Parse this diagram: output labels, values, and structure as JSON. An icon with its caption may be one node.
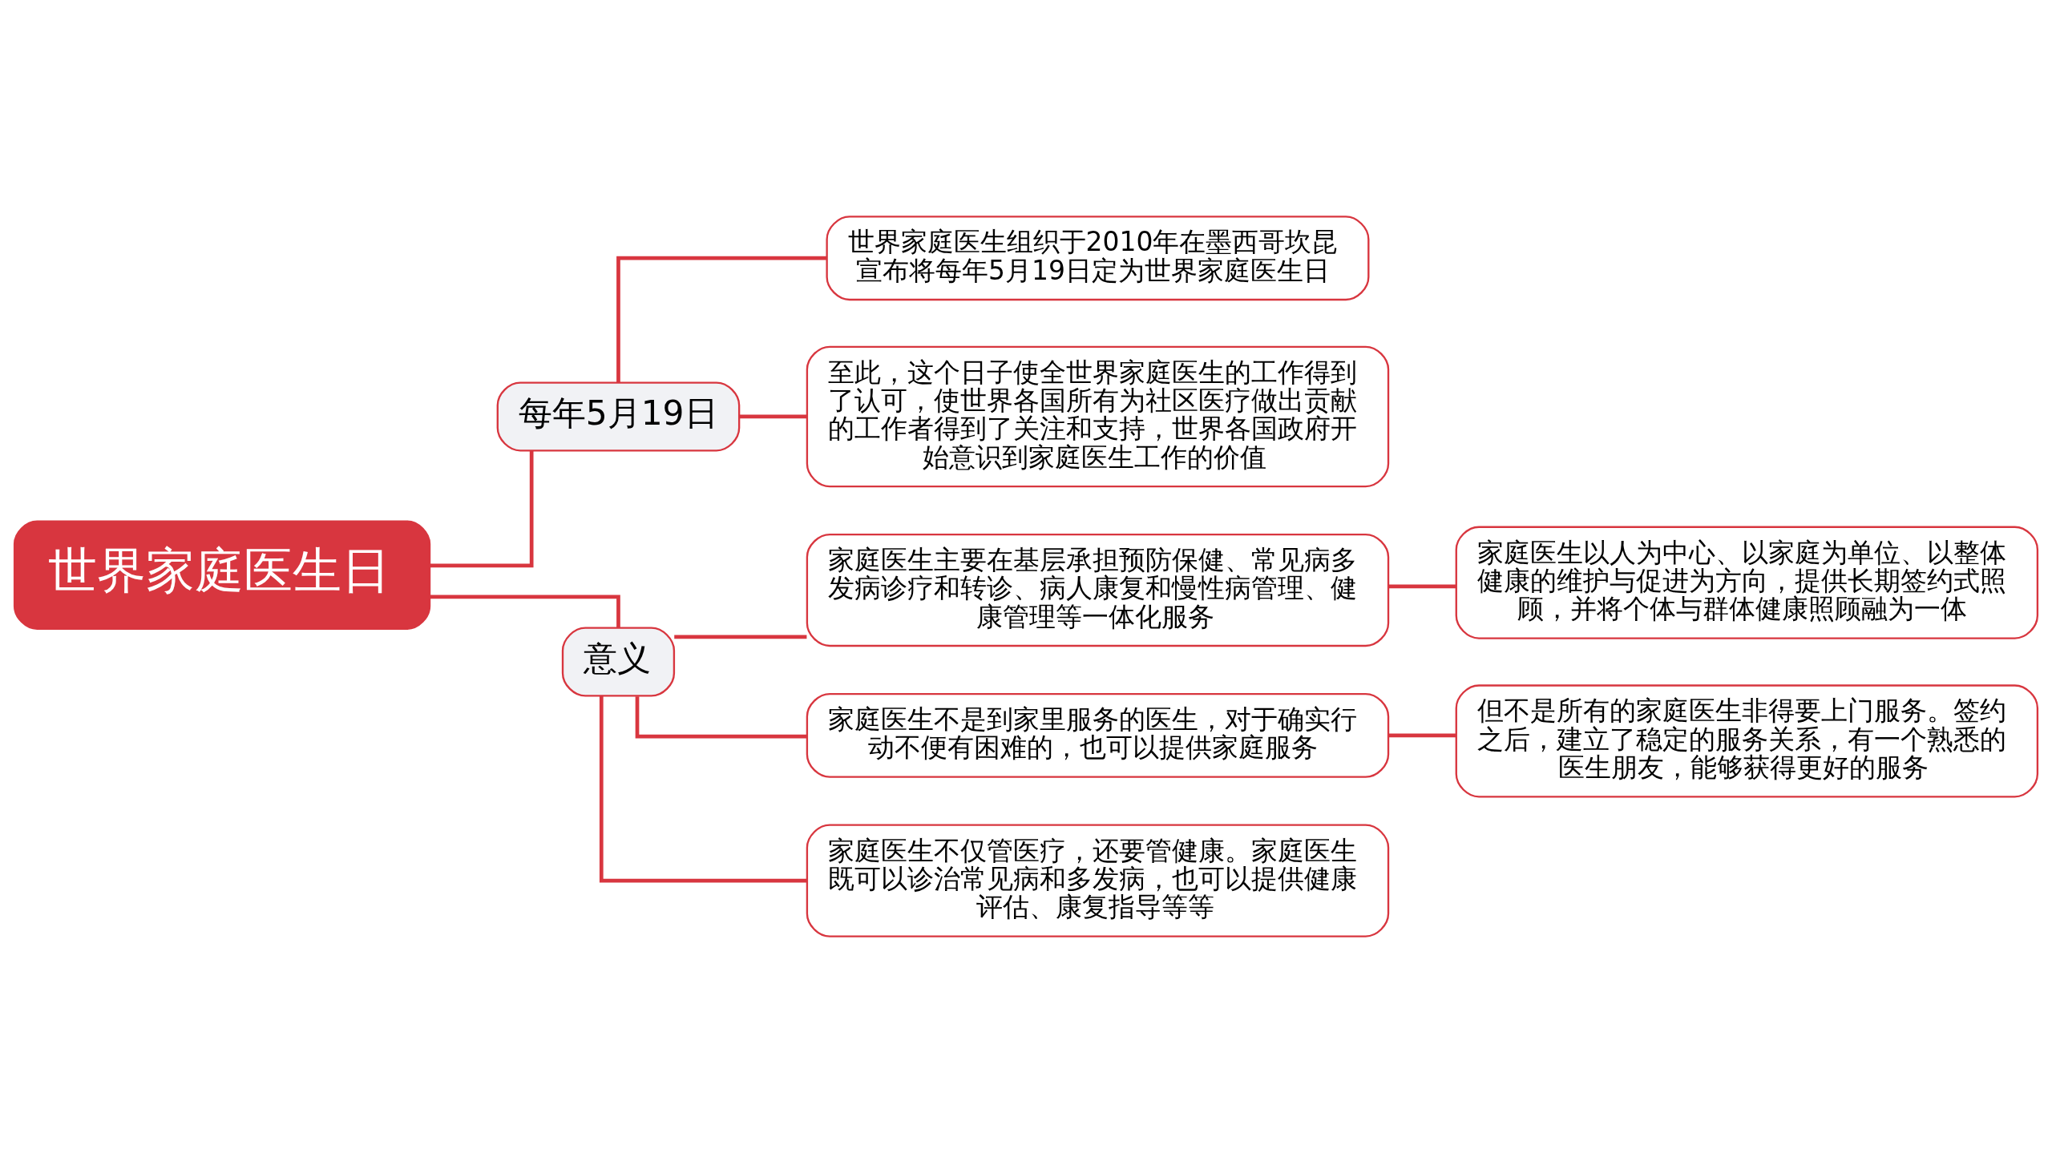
{
  "diagram": {
    "nodes": [
      {
        "text": [
          "世界家庭医生日"
        ]
      },
      {
        "text": [
          "每年5月19日"
        ]
      },
      {
        "text": [
          "世界家庭医生组织于2010年在墨西哥坎昆宣布将每年5月19日定为世界家庭医生日"
        ]
      },
      {
        "text": [
          "至此，这个日子使全世界家庭医生的工作得到了认可，使世界各国所有为社区医疗做出贡献的工作者得到了关注和支持，世界各国政府开始意识到家庭医生工作的价值"
        ]
      },
      {
        "text": [
          "意义"
        ]
      },
      {
        "text": [
          "家庭医生主要在基层承担预防保健、常见病多发病诊疗和转诊、病人康复和慢性病管理、健康管理等一体化服务"
        ]
      },
      {
        "text": [
          "家庭医生以人为中心、以家庭为单位、以整体健康的维护与促进为方向，提供长期签约式照顾，并将个体与群体健康照顾融为一体"
        ]
      },
      {
        "text": [
          "家庭医生不是到家里服务的医生，对于确实行动不便有困难的，也可以提供家庭服务"
        ]
      },
      {
        "text": [
          "但不是所有的家庭医生非得要上门服务。签约之后，建立了稳定的服务关系，有一个熟悉的医生朋友，能够获得更好的服务"
        ]
      },
      {
        "text": [
          "家庭医生不仅管医疗，还要管健康。家庭医生既可以诊治常见病和多发病，也可以提供健康评估、康复指导等等"
        ]
      }
    ],
    "edges": [
      {
        "from": 0,
        "to": 1,
        "arrow": "none"
      },
      {
        "from": 1,
        "to": 2,
        "arrow": "none"
      },
      {
        "from": 1,
        "to": 3,
        "arrow": "none"
      },
      {
        "from": 0,
        "to": 4,
        "arrow": "none"
      },
      {
        "from": 4,
        "to": 5,
        "arrow": "none"
      },
      {
        "from": 5,
        "to": 6,
        "arrow": "none"
      },
      {
        "from": 4,
        "to": 7,
        "arrow": "none"
      },
      {
        "from": 7,
        "to": 8,
        "arrow": "none"
      },
      {
        "from": 4,
        "to": 9,
        "arrow": "none"
      }
    ]
  }
}
